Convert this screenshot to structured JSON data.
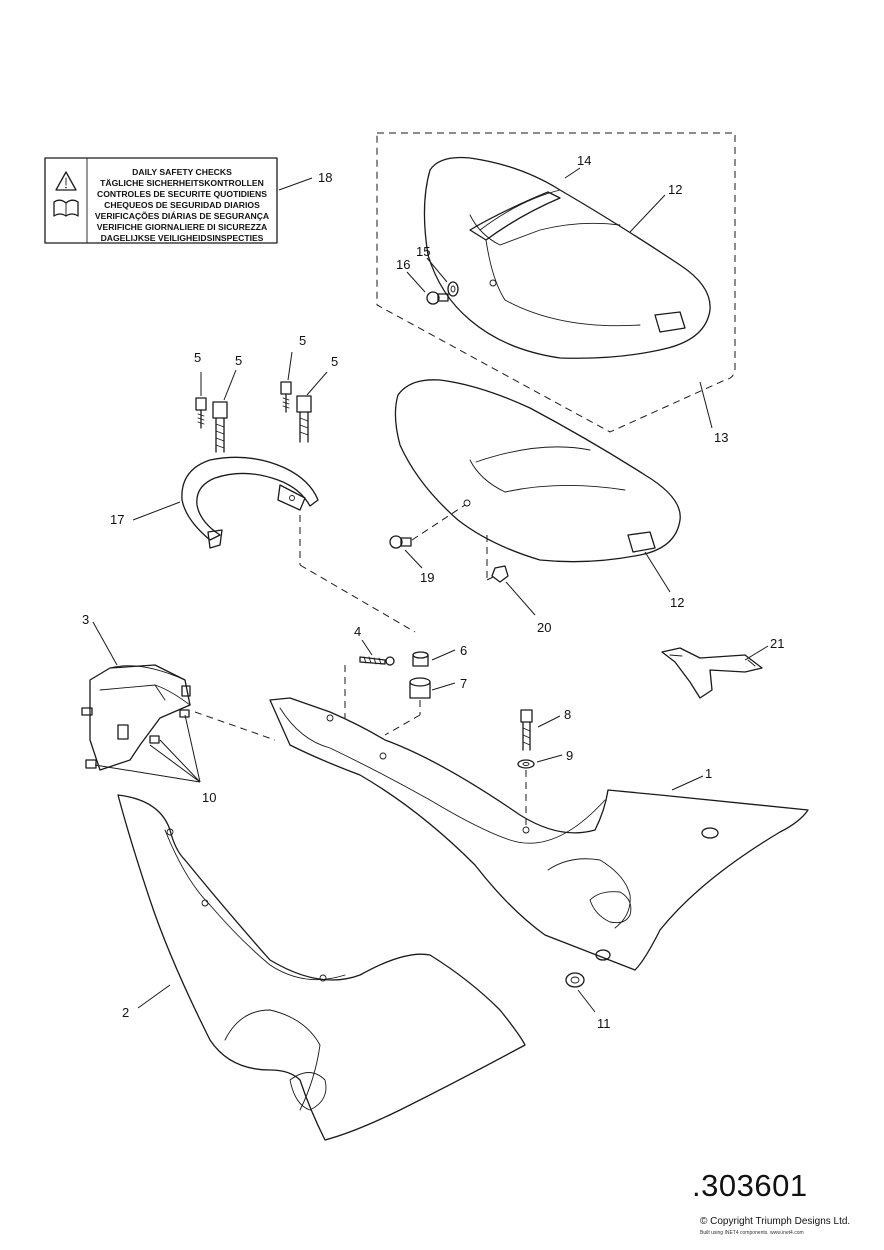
{
  "safety_label": {
    "lines": [
      "DAILY SAFETY CHECKS",
      "TÄGLICHE SICHERHEITSKONTROLLEN",
      "CONTROLES DE SECURITE QUOTIDIENS",
      "CHEQUEOS DE SEGURIDAD DIARIOS",
      "VERIFICAÇÕES DIÁRIAS DE SEGURANÇA",
      "VERIFICHE GIORNALIERE DI SICUREZZA",
      "DAGELIJKSE VEILIGHEIDSINSPECTIES"
    ]
  },
  "callouts": {
    "c1": "1",
    "c2": "2",
    "c3": "3",
    "c4": "4",
    "c5a": "5",
    "c5b": "5",
    "c5c": "5",
    "c5d": "5",
    "c6": "6",
    "c7": "7",
    "c8": "8",
    "c9": "9",
    "c10": "10",
    "c11": "11",
    "c12a": "12",
    "c12b": "12",
    "c13": "13",
    "c14": "14",
    "c15": "15",
    "c16": "16",
    "c17": "17",
    "c18": "18",
    "c19": "19",
    "c20": "20",
    "c21": "21"
  },
  "footer": {
    "reference_number": ".303601",
    "copyright": "© Copyright Triumph Designs Ltd.",
    "built_using": "Built using INET4 components. www.inet4.com"
  }
}
